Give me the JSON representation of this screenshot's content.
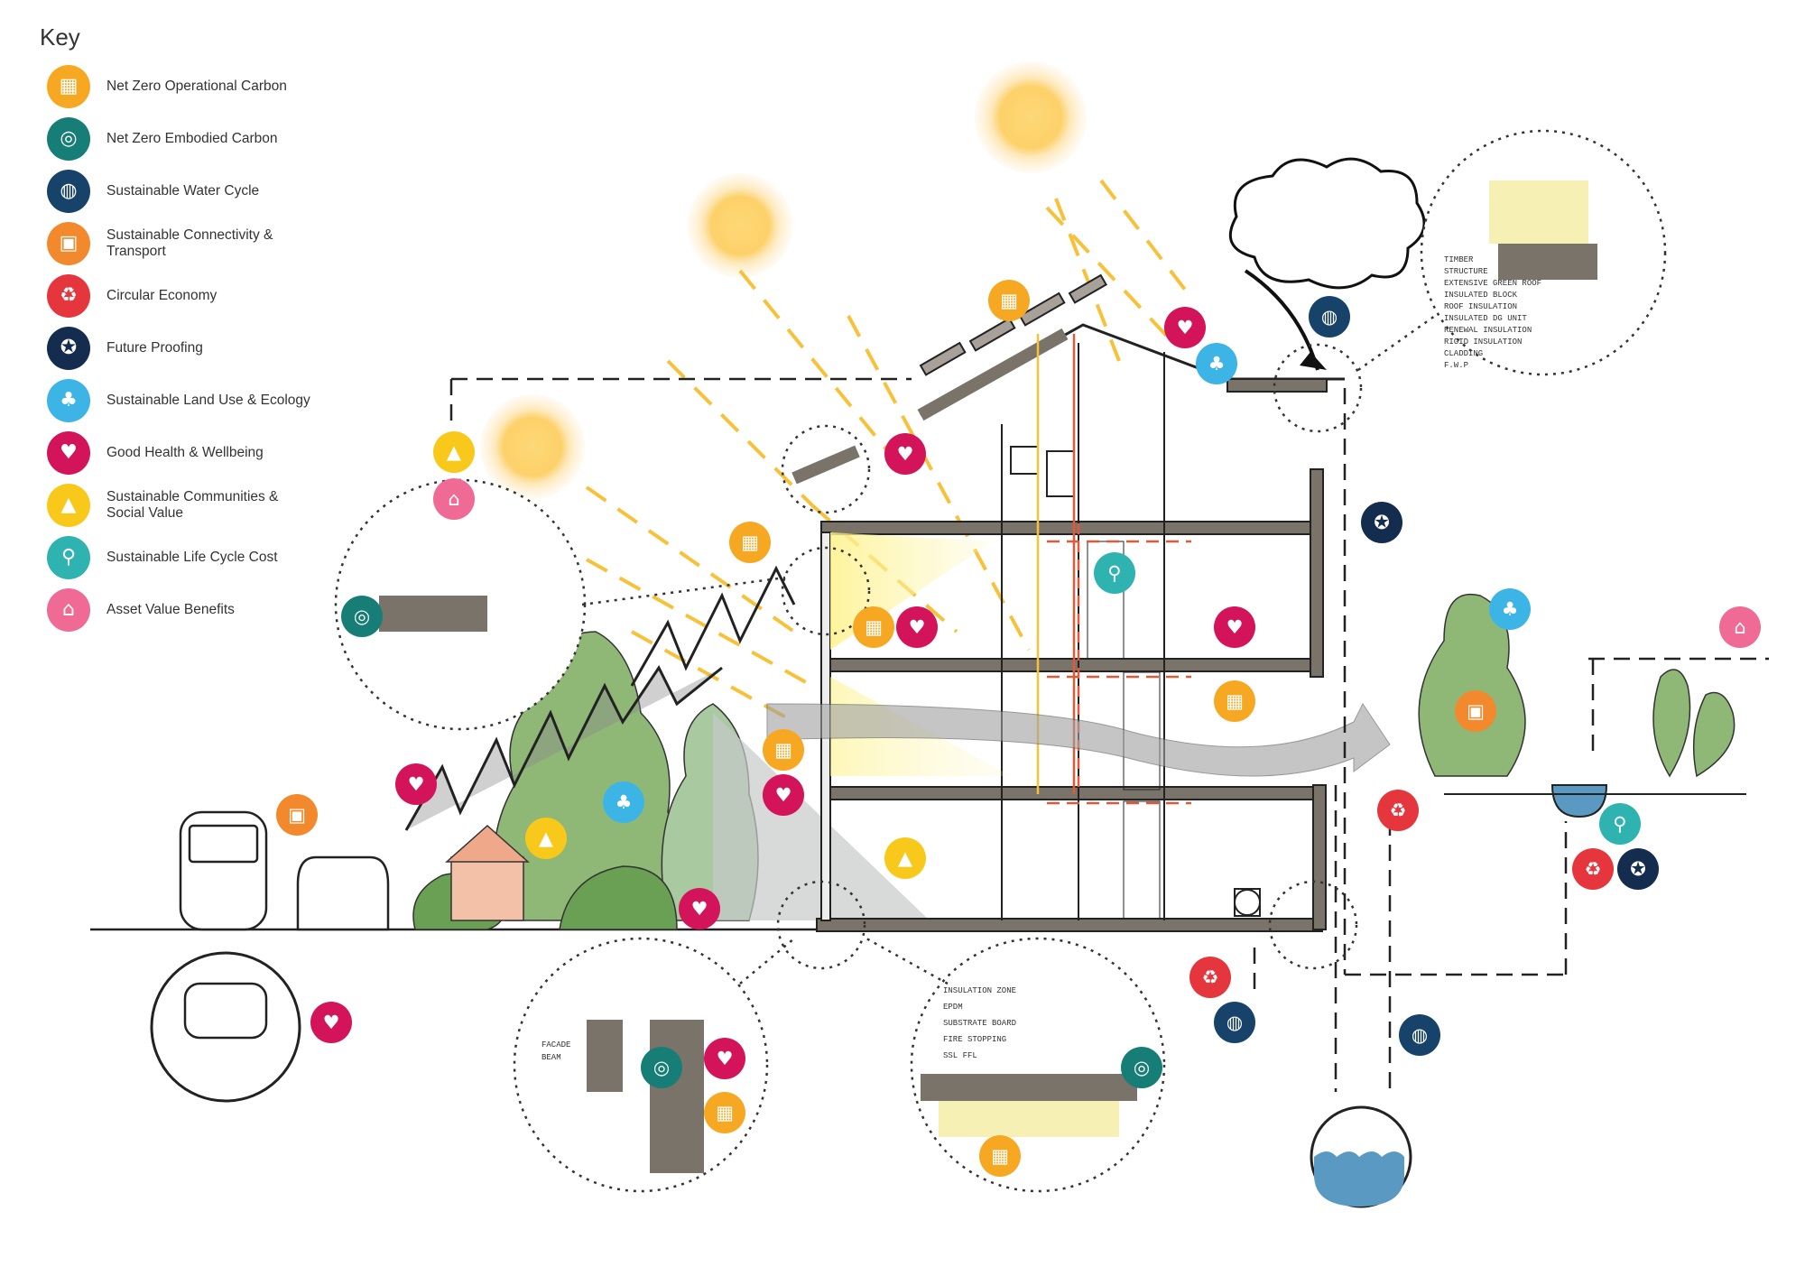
{
  "key": {
    "title": "Key",
    "items": [
      {
        "label": "Net Zero Operational Carbon",
        "color": "#f7a823",
        "icon": "building-icon"
      },
      {
        "label": "Net Zero Embodied Carbon",
        "color": "#177e77",
        "icon": "circles-icon"
      },
      {
        "label": "Sustainable Water Cycle",
        "color": "#17436b",
        "icon": "globe-icon"
      },
      {
        "label": "Sustainable Connectivity & Transport",
        "color": "#f3892d",
        "icon": "bus-icon"
      },
      {
        "label": "Circular Economy",
        "color": "#e5363e",
        "icon": "recycle-icon"
      },
      {
        "label": "Future Proofing",
        "color": "#142d4f",
        "icon": "award-icon"
      },
      {
        "label": "Sustainable Land Use & Ecology",
        "color": "#3cb5e6",
        "icon": "tree-icon"
      },
      {
        "label": "Good Health & Wellbeing",
        "color": "#d4145a",
        "icon": "health-icon"
      },
      {
        "label": "Sustainable Communities & Social Value",
        "color": "#f8c81a",
        "icon": "graduation-cap-icon"
      },
      {
        "label": "Sustainable Life Cycle Cost",
        "color": "#2fb3b0",
        "icon": "bicycle-icon"
      },
      {
        "label": "Asset Value Benefits",
        "color": "#ef6a95",
        "icon": "house-icon"
      }
    ]
  },
  "detail_notes": {
    "roof": [
      "TIMBER",
      "STRUCTURE",
      "EXTENSIVE GREEN ROOF",
      "INSULATED BLOCK",
      "ROOF INSULATION",
      "INSULATED DG UNIT",
      "RENEWAL INSULATION",
      "RIGID INSULATION",
      "CLADDING",
      "F.W.P"
    ],
    "floor": [
      "INSULATION ZONE",
      "EPDM",
      "SUBSTRATE BOARD",
      "FIRE STOPPING",
      "SSL FFL"
    ],
    "wall": [
      "FACADE",
      "BEAM"
    ]
  }
}
